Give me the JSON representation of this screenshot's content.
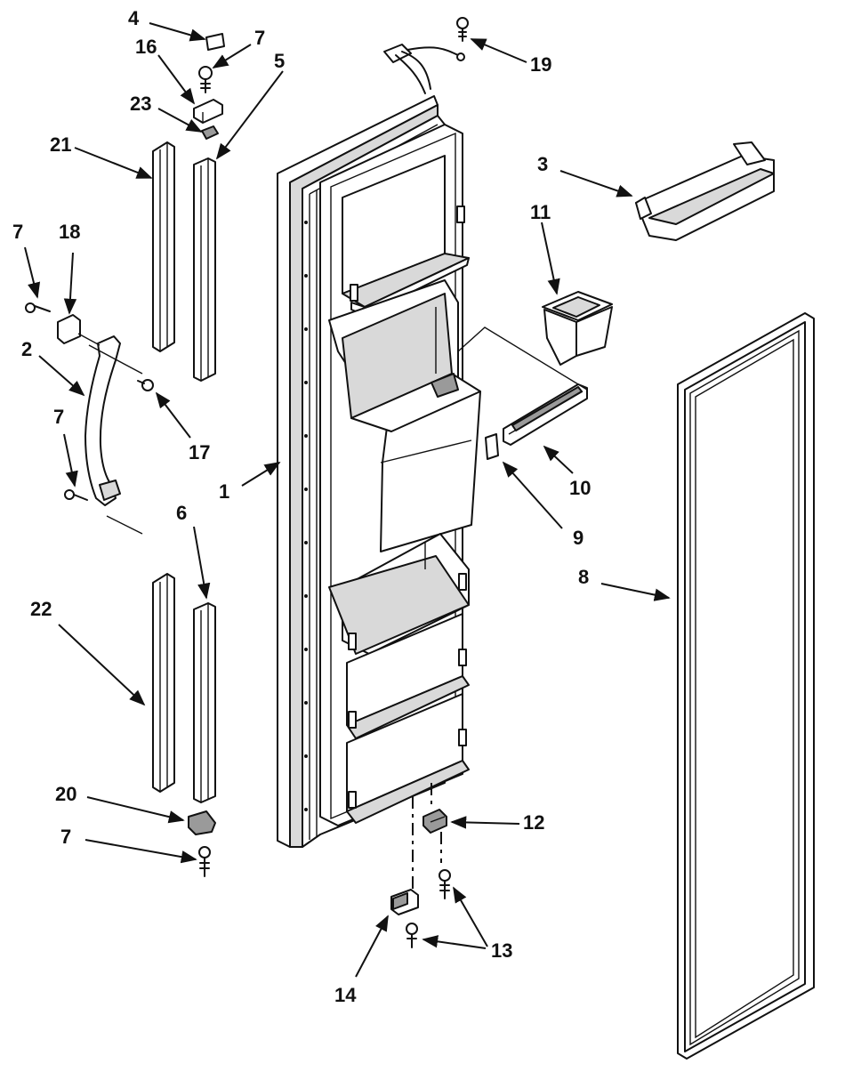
{
  "callouts": [
    {
      "id": "c4a",
      "label": "4"
    },
    {
      "id": "c7a",
      "label": "7"
    },
    {
      "id": "c16",
      "label": "16"
    },
    {
      "id": "c5",
      "label": "5"
    },
    {
      "id": "c19",
      "label": "19"
    },
    {
      "id": "c23",
      "label": "23"
    },
    {
      "id": "c21",
      "label": "21"
    },
    {
      "id": "c3",
      "label": "3"
    },
    {
      "id": "c11",
      "label": "11"
    },
    {
      "id": "c7b",
      "label": "7"
    },
    {
      "id": "c18",
      "label": "18"
    },
    {
      "id": "c2",
      "label": "2"
    },
    {
      "id": "c7c",
      "label": "7"
    },
    {
      "id": "c17",
      "label": "17"
    },
    {
      "id": "c1",
      "label": "1"
    },
    {
      "id": "c10",
      "label": "10"
    },
    {
      "id": "c9",
      "label": "9"
    },
    {
      "id": "c6",
      "label": "6"
    },
    {
      "id": "c8",
      "label": "8"
    },
    {
      "id": "c22",
      "label": "22"
    },
    {
      "id": "c20",
      "label": "20"
    },
    {
      "id": "c12",
      "label": "12"
    },
    {
      "id": "c7d",
      "label": "7"
    },
    {
      "id": "c13",
      "label": "13"
    },
    {
      "id": "c14",
      "label": "14"
    }
  ]
}
